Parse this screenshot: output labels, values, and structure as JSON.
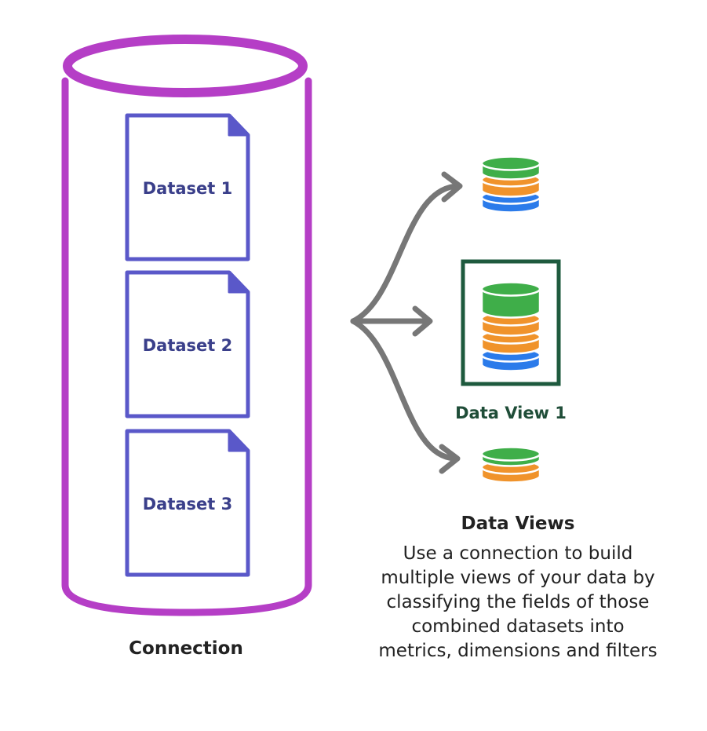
{
  "connection": {
    "label": "Connection",
    "datasets": [
      {
        "label": "Dataset 1"
      },
      {
        "label": "Dataset 2"
      },
      {
        "label": "Dataset 3"
      }
    ]
  },
  "data_views": {
    "featured_label": "Data View 1",
    "title": "Data Views",
    "description_lines": [
      "Use a connection to build",
      "multiple views of your data by",
      "classifying the fields of those",
      "combined datasets into",
      "metrics, dimensions and filters"
    ]
  },
  "colors": {
    "cylinder": "#b53ec6",
    "document": "#5a58c9",
    "arrow": "#777777",
    "frame": "#1e5a3e",
    "green": "#3fae49",
    "orange": "#f0932b",
    "blue": "#2b7bea"
  }
}
